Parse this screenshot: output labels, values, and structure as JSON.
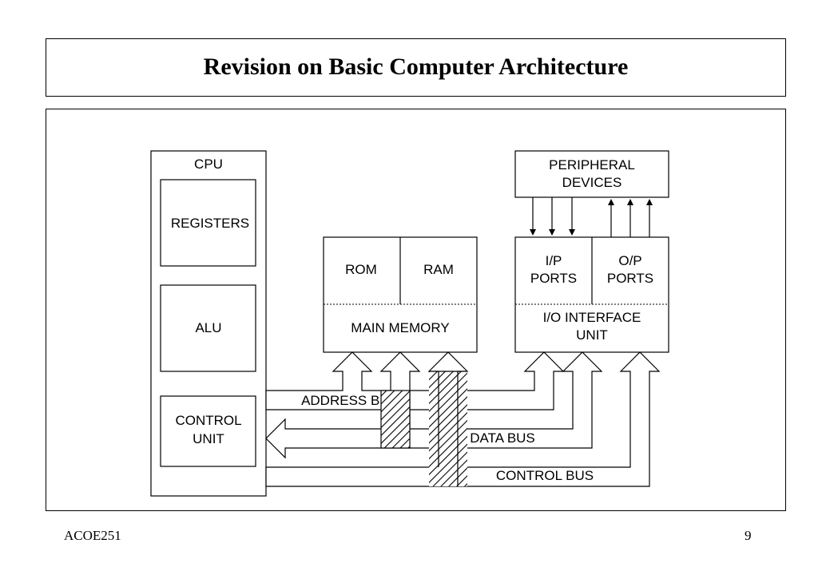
{
  "slide": {
    "title": "Revision on Basic Computer Architecture",
    "footer_left": "ACOE251",
    "page_number": "9"
  },
  "diagram": {
    "cpu": {
      "label": "CPU",
      "registers": "REGISTERS",
      "alu": "ALU",
      "control_unit_line1": "CONTROL",
      "control_unit_line2": "UNIT"
    },
    "memory": {
      "rom": "ROM",
      "ram": "RAM",
      "main_memory": "MAIN MEMORY"
    },
    "io": {
      "peripheral_line1": "PERIPHERAL",
      "peripheral_line2": "DEVICES",
      "ip_line1": "I/P",
      "ip_line2": "PORTS",
      "op_line1": "O/P",
      "op_line2": "PORTS",
      "interface_line1": "I/O INTERFACE",
      "interface_line2": "UNIT"
    },
    "buses": {
      "address": "ADDRESS BUS",
      "data": "DATA BUS",
      "control": "CONTROL BUS"
    }
  }
}
